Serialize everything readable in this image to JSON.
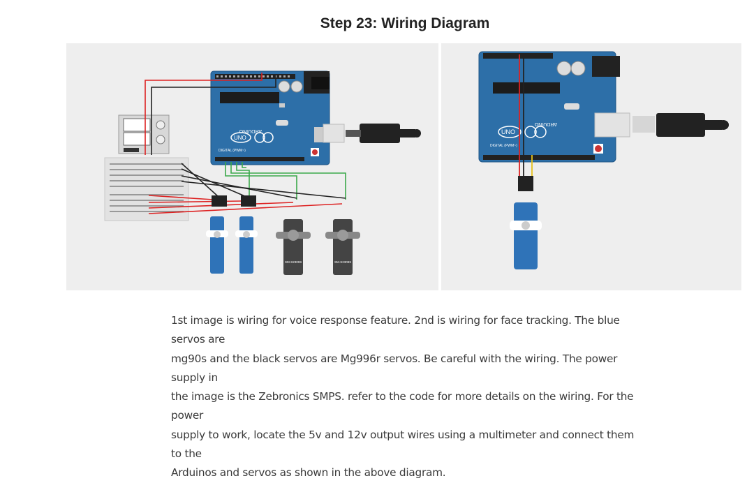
{
  "step": {
    "title": "Step 23: Wiring Diagram"
  },
  "figures": [
    {
      "alt": "Voice response wiring: Arduino UNO, breadboard, power supply, two blue micro servos and two black servos",
      "board_brand": "ARDUINO",
      "board_model": "UNO",
      "board_digital": "DIGITAL (PWM~)",
      "black_servo_model": "SM-S2309S"
    },
    {
      "alt": "Face tracking wiring: Arduino UNO with one blue micro servo",
      "board_brand": "ARDUINO",
      "board_model": "UNO",
      "board_digital": "DIGITAL (PWM~)"
    }
  ],
  "description": {
    "lines": [
      "1st image is wiring for voice response feature. 2nd is wiring for face tracking. The blue servos are",
      "mg90s and the black servos are Mg996r servos. Be careful with the wiring. The power supply in",
      "the image is the Zebronics SMPS. refer to the code for more details on the wiring. For the power",
      "supply to work, locate the 5v and 12v output wires using a multimeter and connect them to the",
      "Arduinos and servos as shown in the above diagram."
    ]
  },
  "colors": {
    "board": "#2d6fa8",
    "wire_red": "#dd2222",
    "wire_black": "#222222",
    "wire_green": "#3aa94a",
    "wire_yellow": "#e6c21a",
    "servo_blue": "#2f73b8",
    "servo_black": "#444444"
  }
}
